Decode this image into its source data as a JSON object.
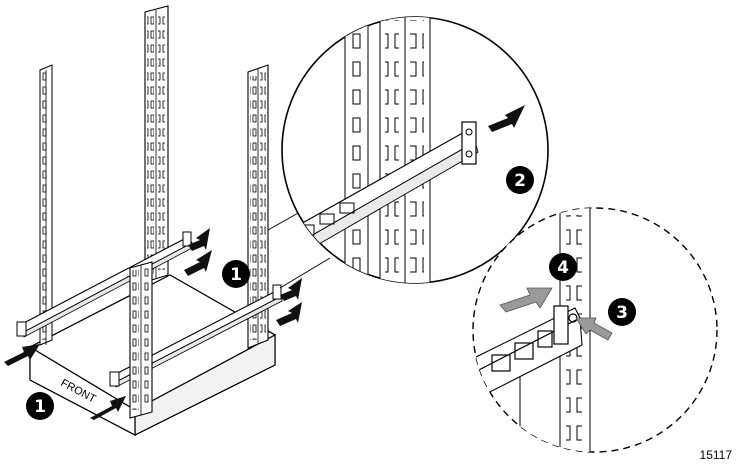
{
  "figure": {
    "front_label": "FRONT",
    "figure_number": "15117",
    "callouts": [
      {
        "id": "callout-1-right",
        "label": "1"
      },
      {
        "id": "callout-1-front",
        "label": "1"
      },
      {
        "id": "callout-2",
        "label": "2"
      },
      {
        "id": "callout-3",
        "label": "3"
      },
      {
        "id": "callout-4",
        "label": "4"
      }
    ]
  },
  "colors": {
    "line": "#000000",
    "arrow_black": "#111111",
    "arrow_gray": "#9a9a9a",
    "callout_fill": "#000000",
    "rail_fill": "#ffffff"
  }
}
